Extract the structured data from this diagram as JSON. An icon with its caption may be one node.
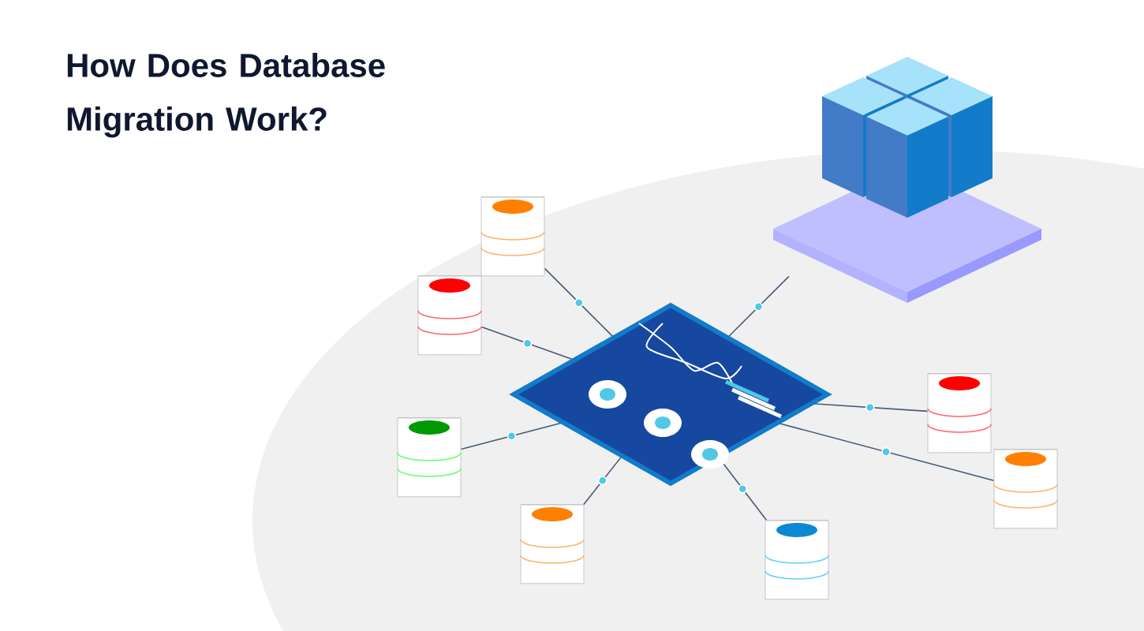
{
  "diagram": {
    "title": "How Does Database Migration Work?",
    "nodes": [
      {
        "text": [],
        "shape": "cylinder"
      },
      {
        "text": [],
        "shape": "cylinder"
      },
      {
        "text": [],
        "shape": "picture"
      },
      {
        "text": [],
        "shape": "picture"
      },
      {
        "text": [],
        "shape": "cylinder"
      },
      {
        "text": [],
        "shape": "cylinder"
      },
      {
        "text": [],
        "shape": "cylinder"
      },
      {
        "text": [],
        "shape": "cylinder"
      },
      {
        "text": [],
        "shape": "cylinder"
      }
    ],
    "edges": [
      {
        "from": 3,
        "to": 0,
        "arrow": "none"
      },
      {
        "from": 3,
        "to": 1,
        "arrow": "none"
      },
      {
        "from": 3,
        "to": 2,
        "arrow": "none"
      },
      {
        "from": 3,
        "to": 4,
        "arrow": "none"
      },
      {
        "from": 3,
        "to": 5,
        "arrow": "none"
      },
      {
        "from": 3,
        "to": 6,
        "arrow": "none"
      },
      {
        "from": 3,
        "to": 7,
        "arrow": "none"
      },
      {
        "from": 3,
        "to": 8,
        "arrow": "none"
      }
    ]
  }
}
